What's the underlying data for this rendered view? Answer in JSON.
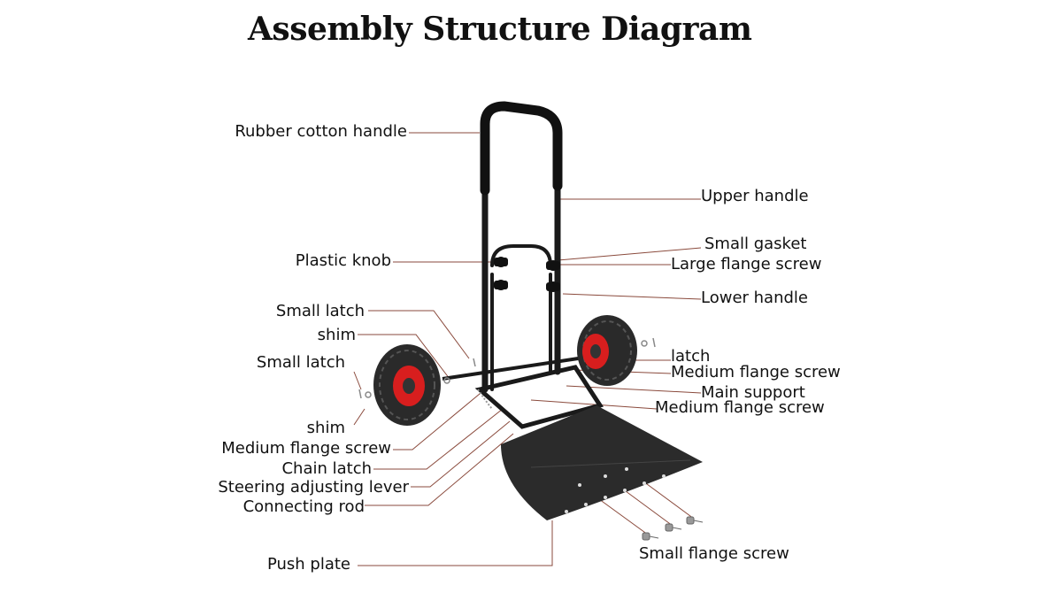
{
  "title": "Assembly Structure Diagram",
  "labels": {
    "rubber_cotton_handle": "Rubber cotton handle",
    "upper_handle": "Upper handle",
    "small_gasket": "Small gasket",
    "large_flange_screw": "Large flange screw",
    "plastic_knob": "Plastic knob",
    "lower_handle": "Lower handle",
    "small_latch_1": "Small latch",
    "shim_1": "shim",
    "small_latch_2": "Small latch",
    "latch": "latch",
    "medium_flange_screw_1": "Medium flange screw",
    "main_support": "Main support",
    "medium_flange_screw_2": "Medium flange screw",
    "shim_2": "shim",
    "medium_flange_screw_3": "Medium flange screw",
    "chain_latch": "Chain latch",
    "steering_adjusting_lever": "Steering adjusting lever",
    "connecting_rod": "Connecting rod",
    "push_plate": "Push plate",
    "small_flange_screw": "Small flange screw"
  },
  "colors": {
    "leader_line": "#8a4a3c",
    "frame": "#1a1a1a",
    "tire": "#2a2a2a",
    "hub": "#d81e1e",
    "plate": "#2b2b2b"
  }
}
